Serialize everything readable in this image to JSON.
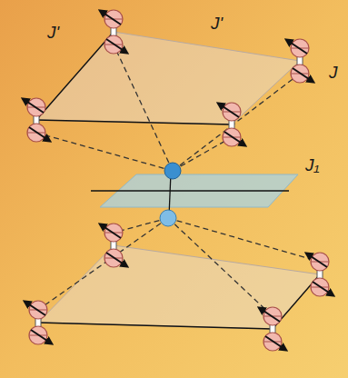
{
  "diagram": {
    "labels": [
      "J'",
      "J'",
      "J",
      "J₁"
    ]
  }
}
